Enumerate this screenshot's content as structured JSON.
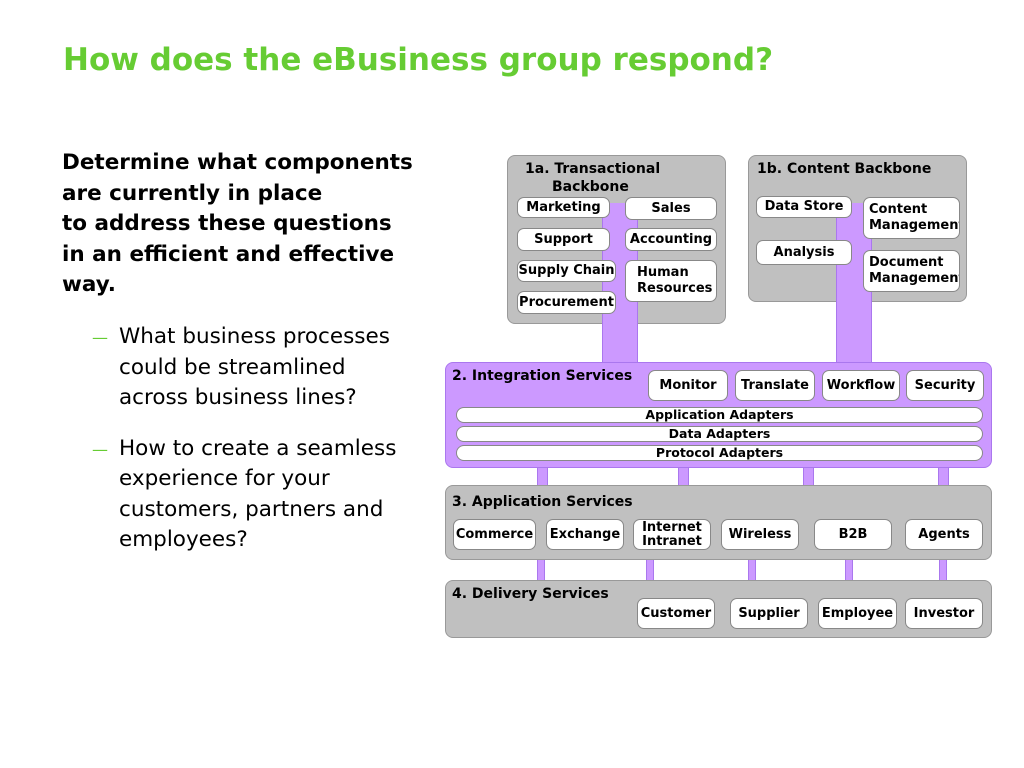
{
  "title": "How does the eBusiness group respond?",
  "lead_lines": [
    "Determine what components",
    "are currently in place",
    "to address these questions",
    "in an efficient and effective",
    "way."
  ],
  "bullet_dash": "—",
  "bullets": [
    {
      "lines": [
        "What business processes",
        "could be streamlined",
        "across business lines?"
      ]
    },
    {
      "lines": [
        "How to create a seamless",
        "experience for your",
        "customers, partners and",
        "employees?"
      ]
    }
  ],
  "colors": {
    "title_green": "#66cc33",
    "panel_gray": "#c0c0c0",
    "integration_purple": "#cc99ff"
  },
  "diagram": {
    "transactional": {
      "title_lines": [
        "1a. Transactional",
        "Backbone"
      ],
      "items": [
        "Marketing",
        "Sales",
        "Support",
        "Accounting",
        "Supply Chain",
        "Human Resources",
        "Procurement"
      ]
    },
    "content": {
      "title": "1b. Content Backbone",
      "items": [
        "Data Store",
        "Content Management",
        "Analysis",
        "Document Management"
      ]
    },
    "integration": {
      "title": "2. Integration Services",
      "items": [
        "Monitor",
        "Translate",
        "Workflow",
        "Security"
      ],
      "bars": [
        "Application Adapters",
        "Data Adapters",
        "Protocol Adapters"
      ]
    },
    "application": {
      "title": "3. Application Services",
      "items": [
        "Commerce",
        "Exchange",
        "Internet Intranet",
        "Wireless",
        "B2B",
        "Agents"
      ]
    },
    "delivery": {
      "title": "4. Delivery Services",
      "items": [
        "Customer",
        "Supplier",
        "Employee",
        "Investor"
      ]
    }
  }
}
